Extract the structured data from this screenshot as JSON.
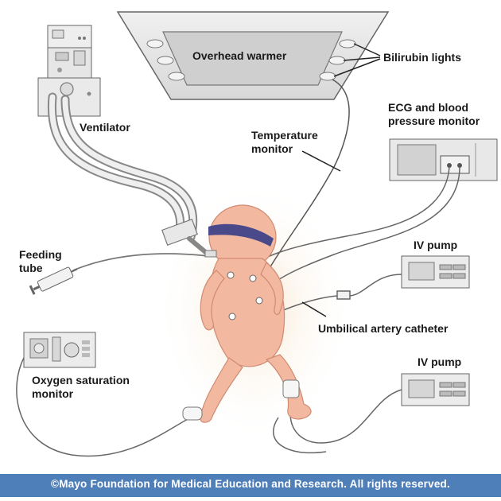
{
  "labels": {
    "overhead_warmer": "Overhead warmer",
    "bilirubin_lights": "Bilirubin lights",
    "ventilator": "Ventilator",
    "temperature_monitor_line1": "Temperature",
    "temperature_monitor_line2": "monitor",
    "ecg_line1": "ECG and blood",
    "ecg_line2": "pressure monitor",
    "feeding_line1": "Feeding",
    "feeding_line2": "tube",
    "iv_pump_upper": "IV pump",
    "umbilical_catheter": "Umbilical artery catheter",
    "oxygen_line1": "Oxygen saturation",
    "oxygen_line2": "monitor",
    "iv_pump_lower": "IV pump"
  },
  "footer": {
    "copyright": "©Mayo Foundation for Medical Education and Research.  All rights reserved."
  },
  "colors": {
    "skin": "#f3b8a0",
    "skin_shadow": "#e29a80",
    "device_gray": "#e4e4e4",
    "outline": "#555555",
    "eye_mask": "#4a4a8a",
    "footer_bar": "#4f7fb8"
  }
}
